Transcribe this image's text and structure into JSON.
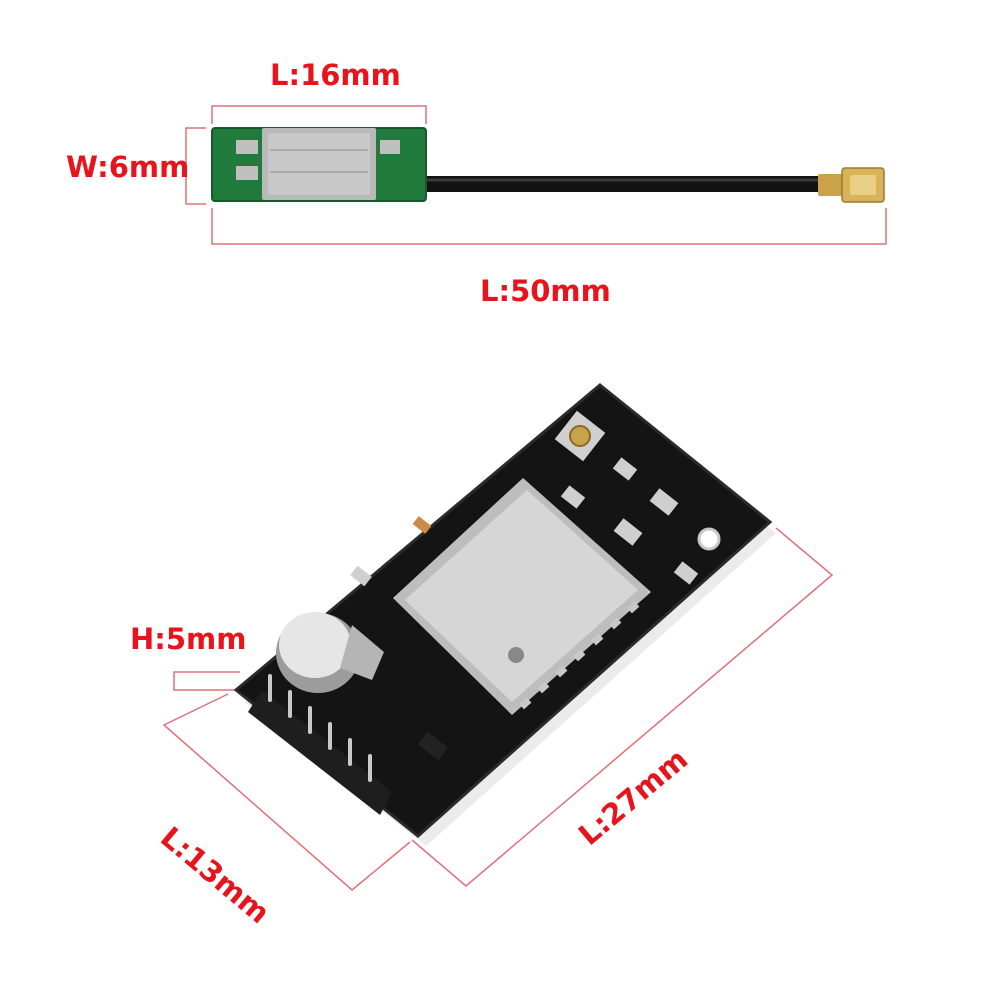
{
  "dimensions": {
    "antenna_length": "L:16mm",
    "antenna_width": "W:6mm",
    "cable_length": "L:50mm",
    "board_height": "H:5mm",
    "board_width": "L:13mm",
    "board_length": "L:27mm"
  },
  "colors": {
    "dimension_label": "#e8141c",
    "dimension_line": "#e0707a",
    "pcb_green": "#1f7a3c",
    "pcb_black": "#141414",
    "shield_metal": "#b9b9b9"
  }
}
